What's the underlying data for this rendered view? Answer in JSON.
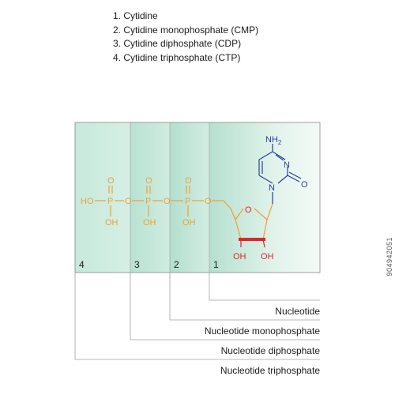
{
  "legend": [
    "1. Cytidine",
    "2. Cytidine monophosphate (CMP)",
    "3. Cytidine diphosphate (CDP)",
    "4. Cytidine triphosphate (CTP)"
  ],
  "regions": [
    {
      "number": "4",
      "label": "Nucleotide triphosphate"
    },
    {
      "number": "3",
      "label": "Nucleotide diphosphate"
    },
    {
      "number": "2",
      "label": "Nucleotide monophosphate"
    },
    {
      "number": "1",
      "label": "Nucleotide"
    }
  ],
  "molecule": {
    "phosphate": {
      "ho": "HO",
      "p": "P",
      "o": "O",
      "oh": "OH"
    },
    "sugar": {
      "oh_left": "OH",
      "oh_right": "OH",
      "ring_o": "O"
    },
    "base": {
      "n": "N",
      "nh2_main": "NH",
      "nh2_sub": "2",
      "carbonyl_o": "O"
    }
  },
  "watermark": "904942051",
  "colors": {
    "phosphate": "#f0a030",
    "sugar": "#e0242c",
    "base": "#2a3f9b",
    "panel": "#bfe4d6",
    "panel_light": "#e8f4ef"
  }
}
